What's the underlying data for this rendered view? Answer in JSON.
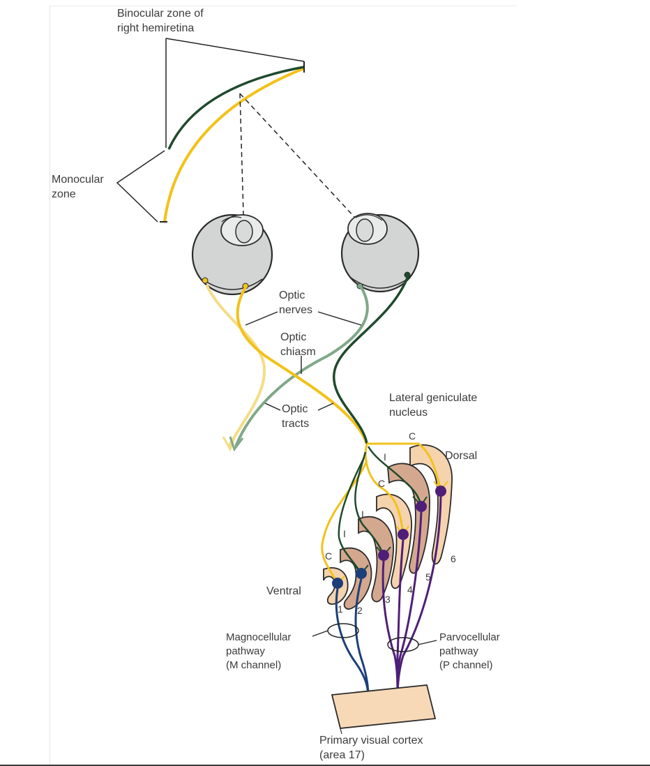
{
  "labels": {
    "binocular_line1": "Binocular zone of",
    "binocular_line2": "right hemiretina",
    "monocular_line1": "Monocular",
    "monocular_line2": "zone",
    "optic_nerves_line1": "Optic",
    "optic_nerves_line2": "nerves",
    "optic_chiasm_line1": "Optic",
    "optic_chiasm_line2": "chiasm",
    "optic_tracts_line1": "Optic",
    "optic_tracts_line2": "tracts",
    "lgn_line1": "Lateral geniculate",
    "lgn_line2": "nucleus",
    "dorsal": "Dorsal",
    "ventral": "Ventral",
    "magno_line1": "Magnocellular",
    "magno_line2": "pathway",
    "magno_line3": "(M channel)",
    "parvo_line1": "Parvocellular",
    "parvo_line2": "pathway",
    "parvo_line3": "(P channel)",
    "cortex_line1": "Primary visual cortex",
    "cortex_line2": "(area 17)"
  },
  "layer_numbers": [
    "1",
    "2",
    "3",
    "4",
    "5",
    "6"
  ],
  "layer_inputs": [
    "C",
    "I",
    "I",
    "C",
    "I",
    "C"
  ],
  "colors": {
    "contralateral": "#f2c21a",
    "contralateral_faded": "#f5dc86",
    "ipsilateral": "#1f4a2c",
    "ipsilateral_faded": "#7fa888",
    "magno": "#1c3f7a",
    "parvo": "#4f1f78",
    "lgn_ventral": "#d4a88f",
    "lgn_dorsal": "#f5d3ad",
    "cortex": "#f7d9b8",
    "eye": "#d3d5d5"
  }
}
